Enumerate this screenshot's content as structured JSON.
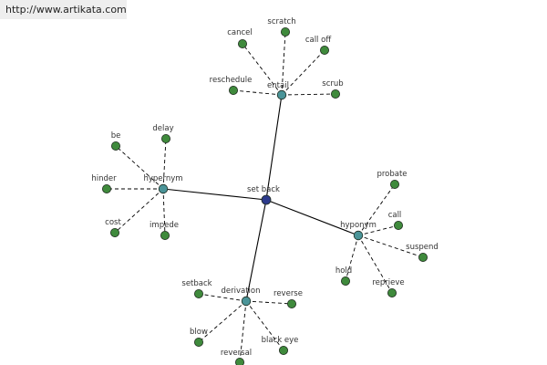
{
  "watermark": {
    "text": "http://www.artikata.com"
  },
  "colors": {
    "center": "#2c3a8c",
    "category": "#4a9498",
    "leaf": "#3f8a3c",
    "edge": "#000000",
    "label": "#333333"
  },
  "graph": {
    "center": {
      "id": "set-back",
      "label": "set back"
    },
    "categories": [
      {
        "id": "entail",
        "label": "entail",
        "leaves": [
          "cancel",
          "scratch",
          "call off",
          "reschedule",
          "scrub"
        ]
      },
      {
        "id": "hypernym",
        "label": "hypernym",
        "leaves": [
          "be",
          "delay",
          "hinder",
          "cost",
          "impede"
        ]
      },
      {
        "id": "hyponym",
        "label": "hyponym",
        "leaves": [
          "probate",
          "call",
          "suspend",
          "hold",
          "reprieve"
        ]
      },
      {
        "id": "derivation",
        "label": "derivation",
        "leaves": [
          "setback",
          "reverse",
          "blow",
          "reversal",
          "black eye"
        ]
      }
    ]
  }
}
